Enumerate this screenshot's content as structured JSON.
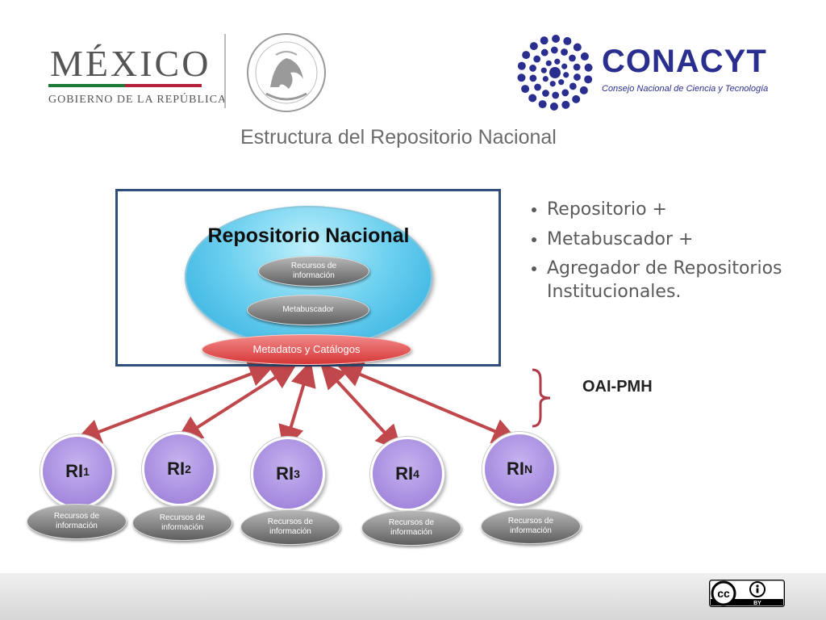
{
  "header": {
    "mexico_title": "MÉXICO",
    "mexico_subtitle": "GOBIERNO DE LA REPÚBLICA",
    "conacyt_name": "CONACYT",
    "conacyt_subtitle": "Consejo Nacional de Ciencia y Tecnología"
  },
  "page_title": "Estructura del Repositorio Nacional",
  "diagram": {
    "main_title": "Repositorio  Nacional",
    "resources_top": [
      "Recursos de",
      "información"
    ],
    "metabuscador": "Metabuscador",
    "metadatos": "Metadatos y Catálogos",
    "oai": "OAI-PMH",
    "nodes": [
      {
        "prefix": "RI",
        "sub": "1",
        "resources": [
          "Recursos de",
          "información"
        ]
      },
      {
        "prefix": "RI",
        "sub": "2",
        "resources": [
          "Recursos de",
          "información"
        ]
      },
      {
        "prefix": "RI",
        "sub": "3",
        "resources": [
          "Recursos de",
          "información"
        ]
      },
      {
        "prefix": "RI",
        "sub": "4",
        "resources": [
          "Recursos de",
          "información"
        ]
      },
      {
        "prefix": "RI",
        "sub": "N",
        "resources": [
          "Recursos de",
          "información"
        ]
      }
    ]
  },
  "bullets": [
    "Repositorio +",
    "Metabuscador +",
    "Agregador de Repositorios Institucionales."
  ],
  "colors": {
    "frame": "#2f4f7a",
    "arrow": "#c0474b",
    "node": "#a58ade",
    "conacyt": "#2a2f8f"
  },
  "icons": [
    "mexico-seal-icon",
    "conacyt-logo-icon",
    "creative-commons-icon",
    "attribution-icon"
  ],
  "footer": {
    "license_text": "BY"
  }
}
